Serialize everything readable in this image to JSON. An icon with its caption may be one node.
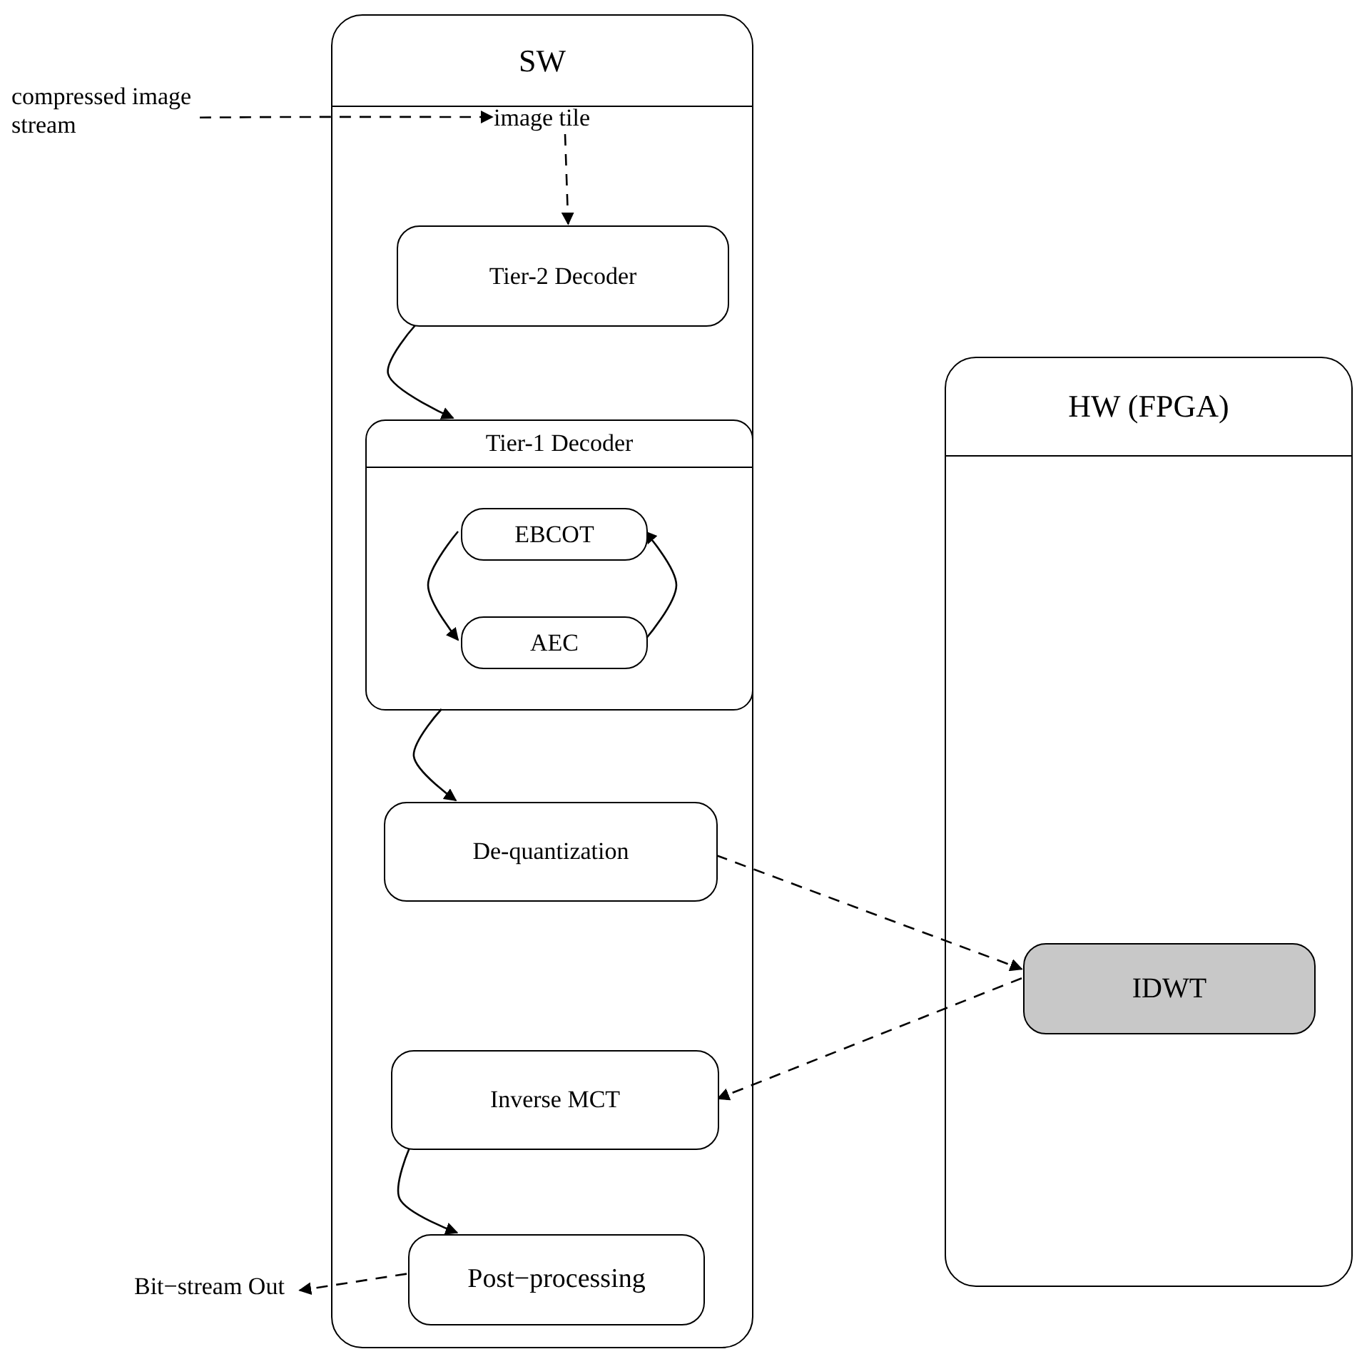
{
  "diagram": {
    "nodes": [
      {
        "text": [
          "SW"
        ]
      },
      {
        "text": [
          "compressed image stream"
        ]
      },
      {
        "text": [
          "image tile"
        ],
        "in": 0
      },
      {
        "text": [
          "Tier-2 Decoder"
        ],
        "in": 0
      },
      {
        "text": [
          "Tier-1 Decoder"
        ],
        "in": 0
      },
      {
        "text": [
          "EBCOT"
        ],
        "in": 4
      },
      {
        "text": [
          "AEC"
        ],
        "in": 4
      },
      {
        "text": [
          "De-quantization"
        ],
        "in": 0
      },
      {
        "text": [
          "Inverse MCT"
        ],
        "in": 0
      },
      {
        "text": [
          "Post−processing"
        ],
        "in": 0
      },
      {
        "text": [
          "Bit−stream Out"
        ]
      },
      {
        "text": [
          "HW (FPGA)"
        ]
      },
      {
        "text": [
          "IDWT"
        ],
        "in": 11
      }
    ],
    "edges": [
      {
        "from": 1,
        "to": 2,
        "arrow": "to",
        "style": "dashed"
      },
      {
        "from": 2,
        "to": 3,
        "arrow": "to",
        "style": "dashed"
      },
      {
        "from": 3,
        "to": 4,
        "arrow": "to"
      },
      {
        "from": 5,
        "to": 6,
        "arrow": "to"
      },
      {
        "from": 6,
        "to": 5,
        "arrow": "to"
      },
      {
        "from": 4,
        "to": 7,
        "arrow": "to"
      },
      {
        "from": 7,
        "to": 12,
        "arrow": "to",
        "style": "dashed"
      },
      {
        "from": 12,
        "to": 8,
        "arrow": "to",
        "style": "dashed"
      },
      {
        "from": 8,
        "to": 9,
        "arrow": "to"
      },
      {
        "from": 9,
        "to": 10,
        "arrow": "to",
        "style": "dashed"
      }
    ]
  }
}
